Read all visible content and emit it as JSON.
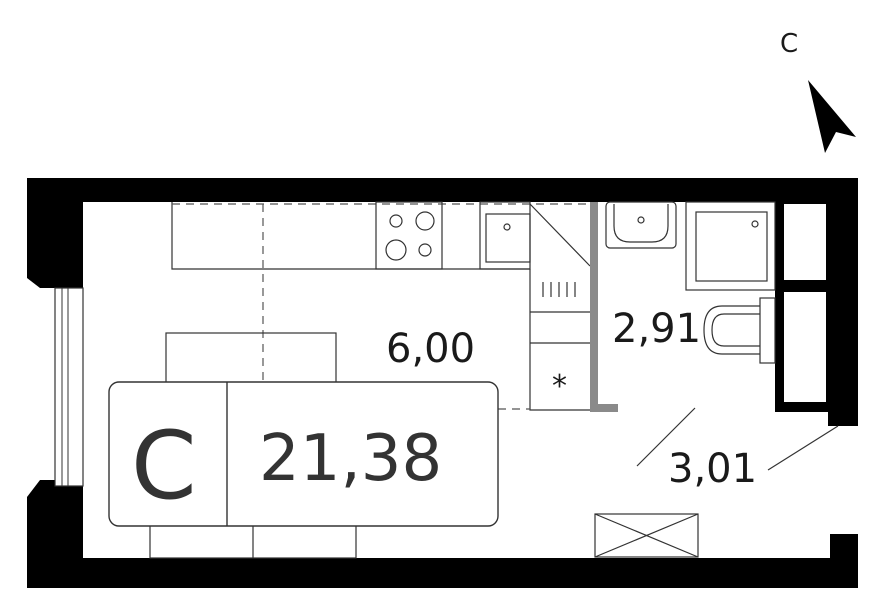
{
  "compass": {
    "label": "С"
  },
  "plan": {
    "unit_type": "С",
    "total_area": "21,38",
    "rooms": [
      {
        "id": "living-kitchen",
        "area": "6,00"
      },
      {
        "id": "bathroom",
        "area": "2,91"
      },
      {
        "id": "hallway",
        "area": "3,01"
      }
    ],
    "ventilation_mark": "*"
  },
  "colors": {
    "wall": "#000000",
    "partition": "#8a8a8a",
    "text": "#1a1a1a",
    "badge_text": "#333333"
  }
}
